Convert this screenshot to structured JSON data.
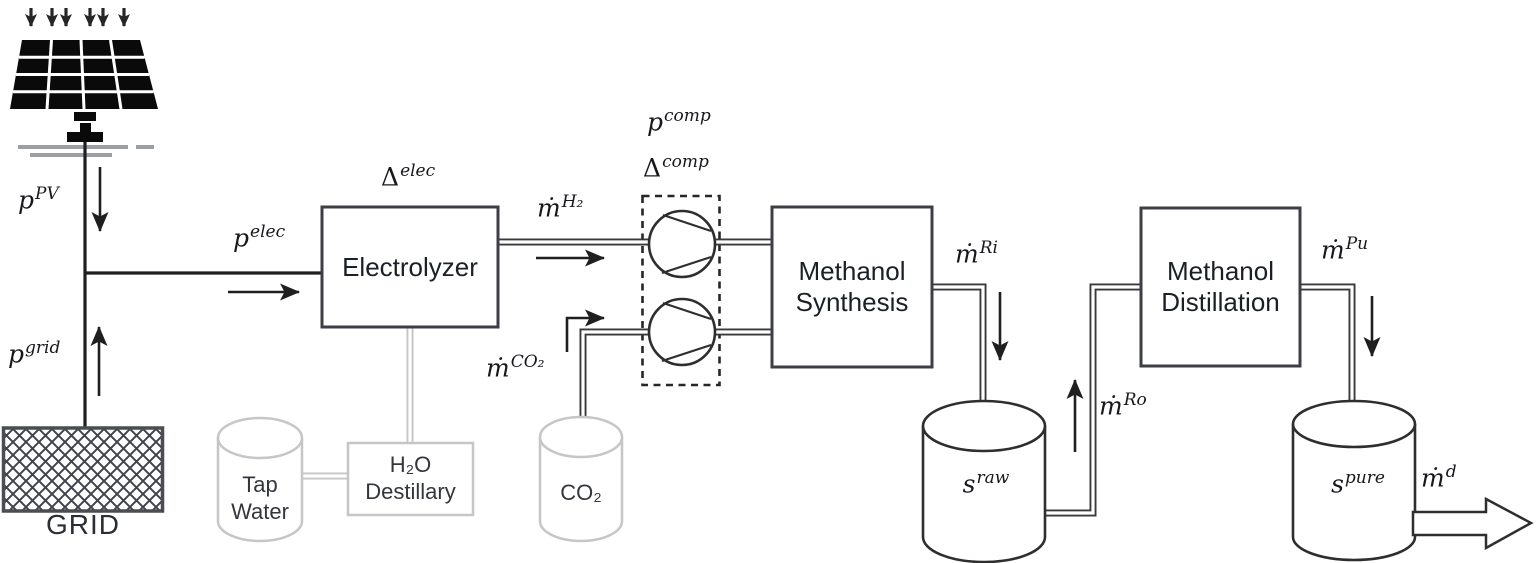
{
  "diagram": {
    "nodes": {
      "grid": {
        "label": "GRID"
      },
      "electrolyzer": {
        "label": "Electrolyzer"
      },
      "tap_water": {
        "line1": "Tap",
        "line2": "Water"
      },
      "h2o_destillary": {
        "line1": "H₂O",
        "line2": "Destillary"
      },
      "co2_source": {
        "label": "CO₂"
      },
      "methanol_synthesis": {
        "line1": "Methanol",
        "line2": "Synthesis"
      },
      "methanol_distillation": {
        "line1": "Methanol",
        "line2": "Distillation"
      },
      "raw_methanol_storage": {
        "base": "s",
        "sup": "raw"
      },
      "pure_methanol_storage": {
        "base": "s",
        "sup": "pure"
      }
    },
    "flows": {
      "pv_power": {
        "base": "p",
        "sup": "PV"
      },
      "grid_power": {
        "base": "p",
        "sup": "grid"
      },
      "electrolyzer_power": {
        "base": "p",
        "sup": "elec"
      },
      "electrolyzer_delta": {
        "base": "Δ",
        "sup": "elec"
      },
      "hydrogen_flow": {
        "base": "ṁ",
        "sup": "H₂"
      },
      "co2_flow": {
        "base": "ṁ",
        "sup": "CO₂"
      },
      "compressor_power": {
        "base": "p",
        "sup": "comp"
      },
      "compressor_delta": {
        "base": "Δ",
        "sup": "comp"
      },
      "reactor_inlet_flow": {
        "base": "ṁ",
        "sup": "Ri"
      },
      "reactor_outlet_flow": {
        "base": "ṁ",
        "sup": "Ro"
      },
      "purified_flow": {
        "base": "ṁ",
        "sup": "Pu"
      },
      "demand_flow": {
        "base": "ṁ",
        "sup": "d"
      }
    },
    "icons": {
      "solar_panel": "solar-panel-icon",
      "irradiance": "down-arrows-icon",
      "power_grid": "hatched-box-icon",
      "compressor": "circle-compressor-icon",
      "storage_tank": "cylinder-icon",
      "demand": "hollow-arrow-icon"
    },
    "colors": {
      "ink": "#1f1f1f",
      "pipe": "#3a3a3a",
      "subsystem_gray": "#c6c6c6",
      "background": "#ffffff"
    }
  }
}
